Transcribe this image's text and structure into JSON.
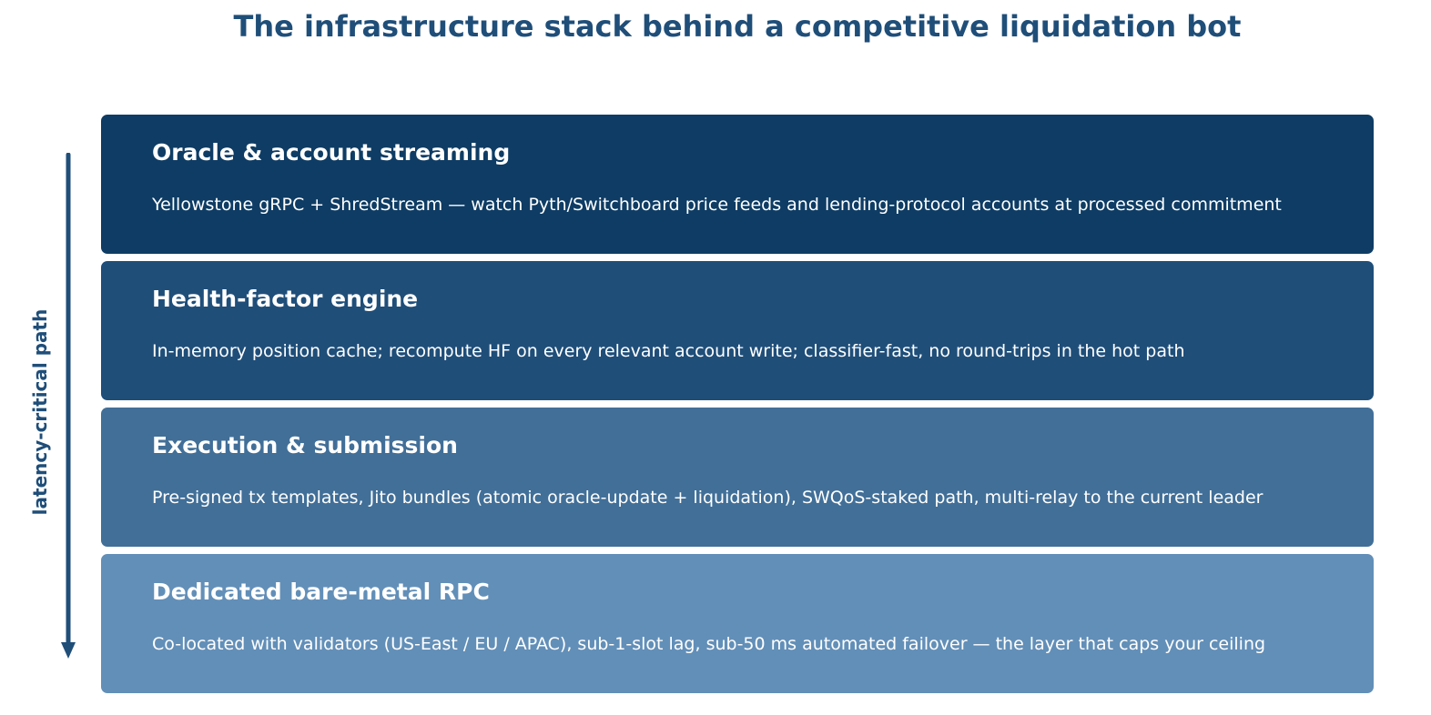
{
  "title": "The infrastructure stack behind a competitive liquidation bot",
  "side_label": "latency-critical path",
  "colors": {
    "title": "#1f4e79",
    "arrow": "#1f4e79",
    "text_on_layer": "#ffffff"
  },
  "layers": [
    {
      "title": "Oracle & account streaming",
      "description": "Yellowstone gRPC + ShredStream — watch Pyth/Switchboard price feeds and lending-protocol accounts at processed commitment",
      "color": "#0e3c64"
    },
    {
      "title": "Health-factor engine",
      "description": "In-memory position cache; recompute HF on every relevant account write; classifier-fast, no round-trips in the hot path",
      "color": "#1f4e79"
    },
    {
      "title": "Execution & submission",
      "description": "Pre-signed tx templates, Jito bundles (atomic oracle-update + liquidation), SWQoS-staked path, multi-relay to the current leader",
      "color": "#416f98"
    },
    {
      "title": "Dedicated bare-metal RPC",
      "description": "Co-located with validators (US-East / EU / APAC), sub-1-slot lag, sub-50 ms automated failover — the layer that caps your ceiling",
      "color": "#628fb8"
    }
  ]
}
